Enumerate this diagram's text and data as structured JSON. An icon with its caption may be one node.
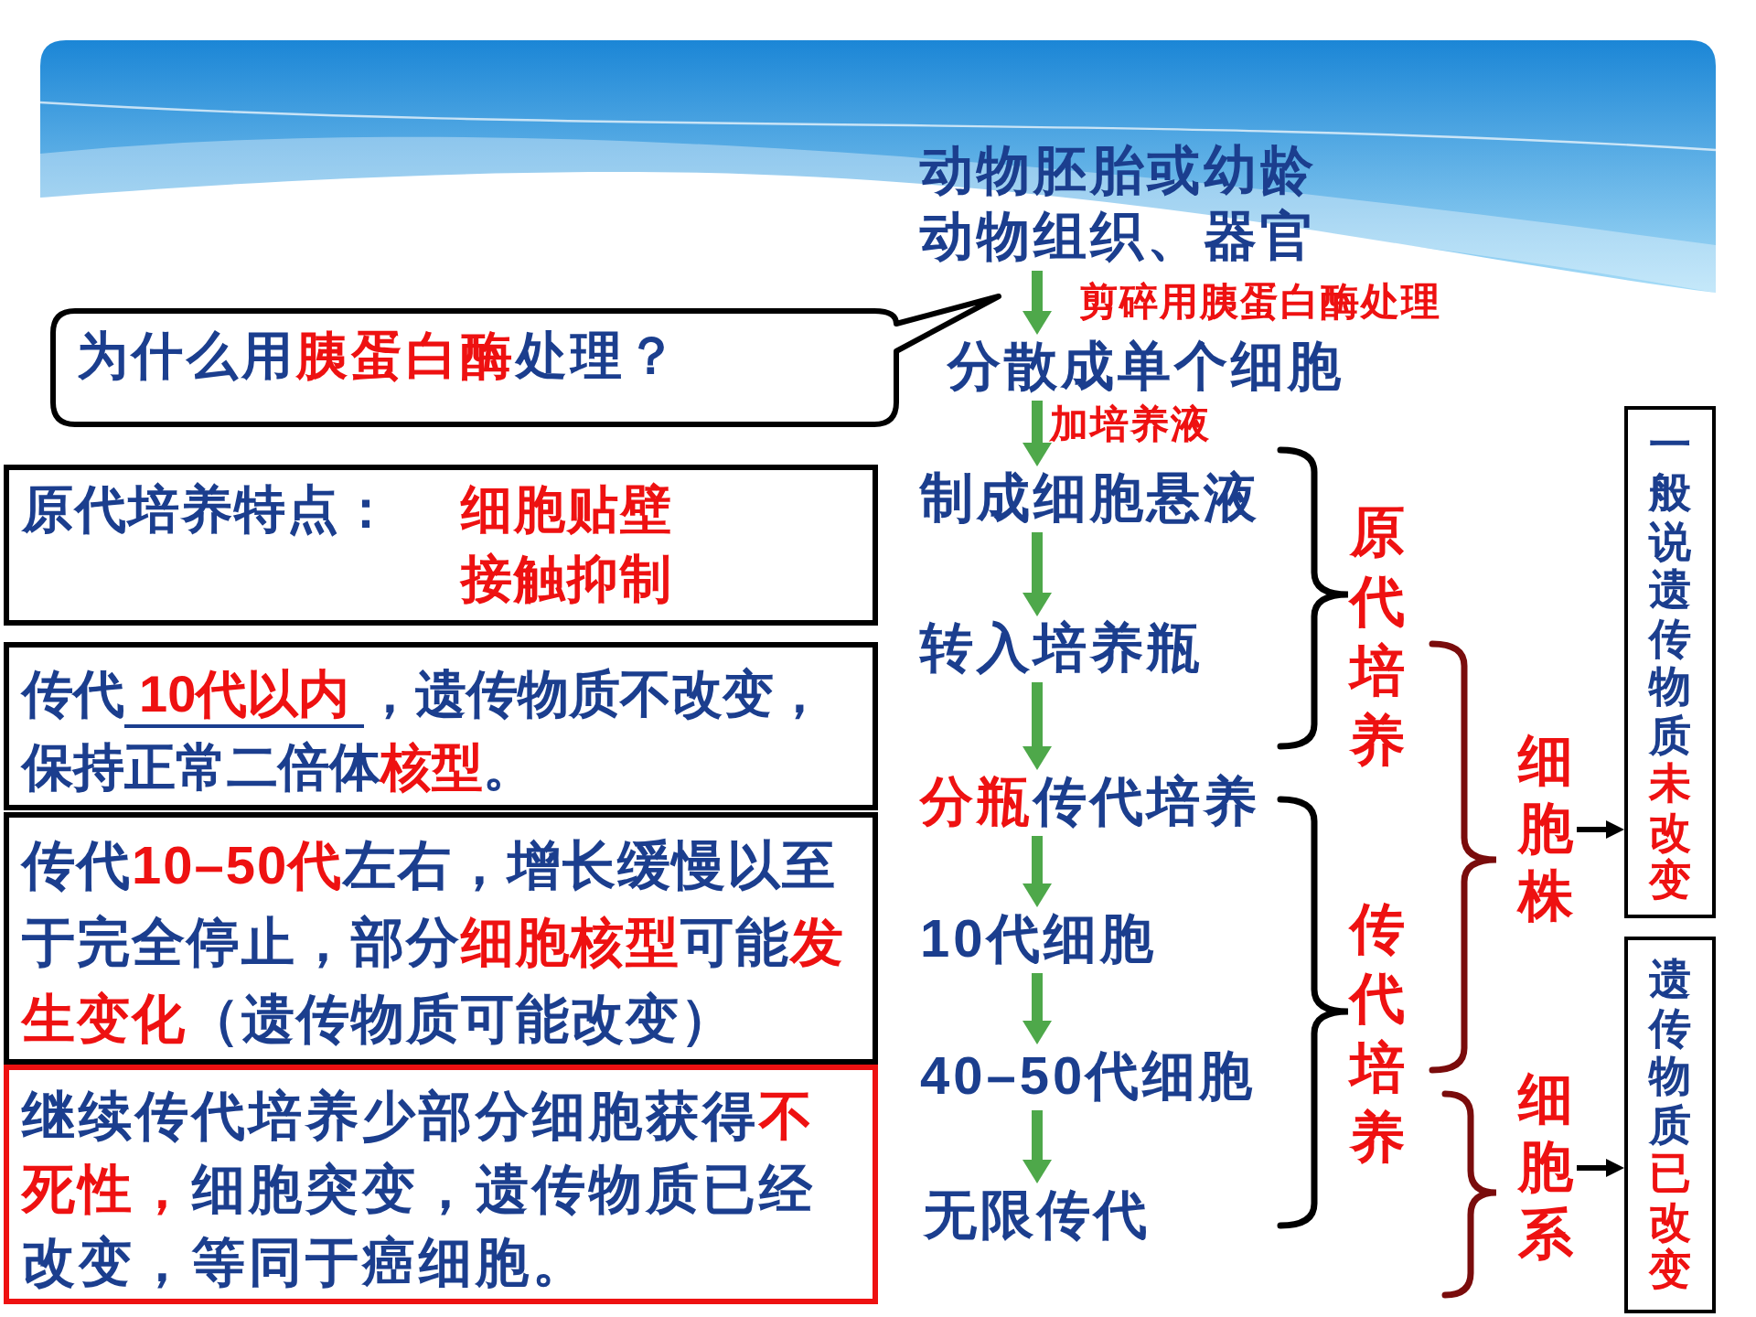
{
  "diagram": {
    "nodes": [
      {
        "text": [
          "动物胚胎或幼龄动物组织、器官"
        ]
      },
      {
        "text": [
          "分散成单个细胞"
        ]
      },
      {
        "text": [
          "制成细胞悬液"
        ]
      },
      {
        "text": [
          "转入培养瓶"
        ]
      },
      {
        "text": [
          "**分瓶**传代培养"
        ]
      },
      {
        "text": [
          "10代细胞"
        ]
      },
      {
        "text": [
          "40–50代细胞"
        ]
      },
      {
        "text": [
          "无限传代"
        ]
      },
      {
        "text": [
          "为什么用**胰蛋白酶**处理？"
        ]
      },
      {
        "text": [
          "原代培养特点：",
          "细胞贴壁",
          "接触抑制"
        ]
      },
      {
        "text": [
          "传代**10代以内**，遗传物质不改变，保持正常二倍体**核型**。"
        ]
      },
      {
        "text": [
          "传代**10–50代**左右，增长缓慢以至于完全停止，部分**细胞核型**可能**发生变化**（遗传物质可能改变）"
        ]
      },
      {
        "text": [
          "继续传代培养少部分细胞获得**不死性，**细胞突变，遗传物质已经改变，等同于癌细胞。"
        ]
      },
      {
        "text": [
          "细胞株"
        ]
      },
      {
        "text": [
          "一般说遗传物质**未改变**"
        ]
      },
      {
        "text": [
          "细胞系"
        ]
      },
      {
        "text": [
          "遗传物质**已改变**"
        ]
      }
    ],
    "edges": [
      {
        "from": 0,
        "to": 1,
        "arrow": "to",
        "label": "剪碎用胰蛋白酶处理"
      },
      {
        "from": 1,
        "to": 2,
        "arrow": "to",
        "label": "加培养液"
      },
      {
        "from": 2,
        "to": 3,
        "arrow": "to"
      },
      {
        "from": 3,
        "to": 4,
        "arrow": "to"
      },
      {
        "from": 4,
        "to": 5,
        "arrow": "to"
      },
      {
        "from": 5,
        "to": 6,
        "arrow": "to"
      },
      {
        "from": 6,
        "to": 7,
        "arrow": "to"
      },
      {
        "from": 13,
        "to": 14,
        "arrow": "to",
        "color": "#000000"
      },
      {
        "from": 15,
        "to": 16,
        "arrow": "to",
        "color": "#000000"
      }
    ],
    "labels": [
      "原代培养",
      "传代培养"
    ]
  }
}
